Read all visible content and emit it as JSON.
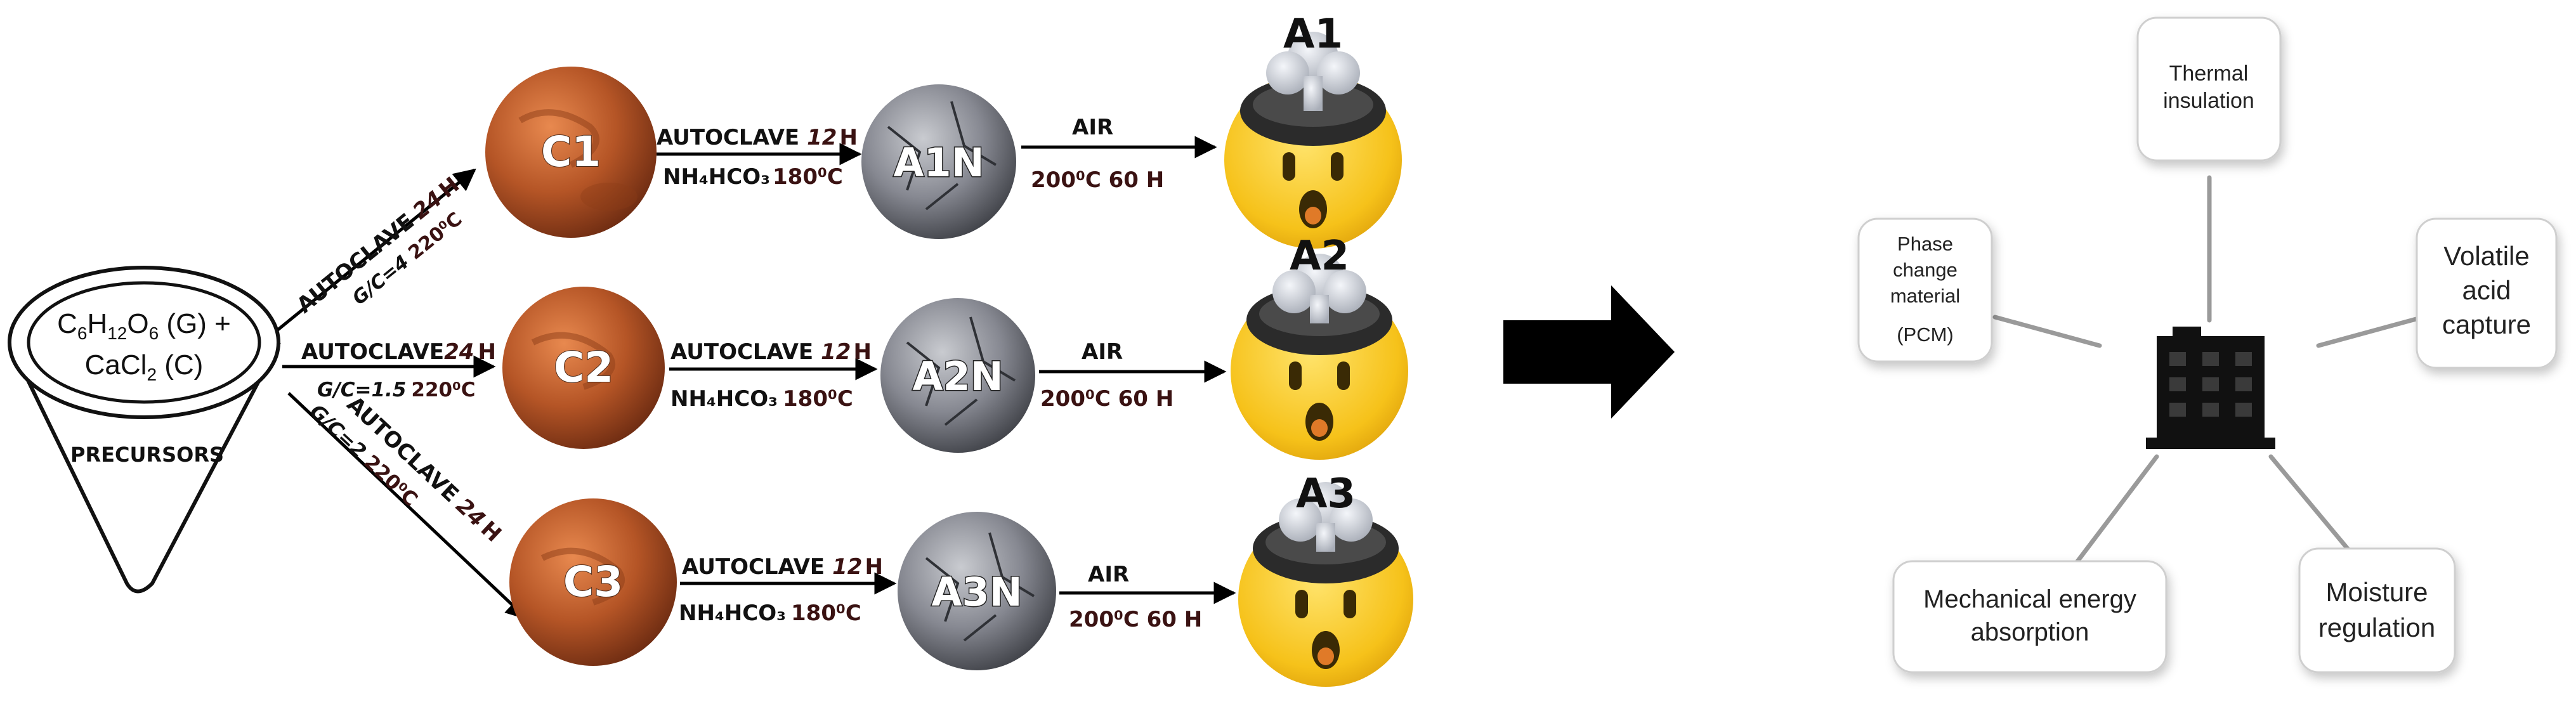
{
  "funnel": {
    "line1_main": "C",
    "line1_sub1": "6",
    "line1_h": "H",
    "line1_sub2": "12",
    "line1_o": "O",
    "line1_sub3": "6",
    "line1_tail": " (G) +",
    "line2_main": "CaCl",
    "line2_sub": "2",
    "line2_tail": " (C)",
    "label": "PRECURSORS"
  },
  "branches": [
    {
      "autoclave": "AUTOCLAVE",
      "hours": "24",
      "h": "H",
      "ratio": "G/C=4",
      "temp": "220⁰C"
    },
    {
      "autoclave": "AUTOCLAVE",
      "hours": "24",
      "h": "H",
      "ratio": "G/C=1.5",
      "temp": "220⁰C"
    },
    {
      "autoclave": "AUTOCLAVE",
      "hours": "24",
      "h": "H",
      "ratio": "G/C=2",
      "temp": "220⁰C"
    }
  ],
  "carbons": [
    "C1",
    "C2",
    "C3"
  ],
  "step2": [
    {
      "autoclave": "AUTOCLAVE",
      "hours": "12",
      "h": "H",
      "reagent": "NH₄HCO₃",
      "temp": "180⁰C"
    },
    {
      "autoclave": "AUTOCLAVE",
      "hours": "12",
      "h": "H",
      "reagent": "NH₄HCO₃",
      "temp": "180⁰C"
    },
    {
      "autoclave": "AUTOCLAVE",
      "hours": "12",
      "h": "H",
      "reagent": "NH₄HCO₃",
      "temp": "180⁰C"
    }
  ],
  "nitrogen": [
    "A1N",
    "A2N",
    "A3N"
  ],
  "step3": [
    {
      "gas": "AIR",
      "cond": "200⁰C 60 H"
    },
    {
      "gas": "AIR",
      "cond": "200⁰C 60 H"
    },
    {
      "gas": "AIR",
      "cond": "200⁰C 60 H"
    }
  ],
  "products": [
    "A1",
    "A2",
    "A3"
  ],
  "applications": {
    "thermal": [
      "Thermal",
      "insulation"
    ],
    "pcm": [
      "Phase",
      "change",
      "material",
      "(PCM)"
    ],
    "volatile": [
      "Volatile",
      "acid",
      "capture"
    ],
    "mechanical": [
      "Mechanical energy",
      "absorption"
    ],
    "moisture": [
      "Moisture",
      "regulation"
    ]
  },
  "colors": {
    "arrow": "#000000",
    "planet": "#b85a2a",
    "moon": "#7d7f86",
    "emoji": "#f5c518",
    "box_border": "#cfcfcf",
    "spoke": "#9a9a9a"
  }
}
